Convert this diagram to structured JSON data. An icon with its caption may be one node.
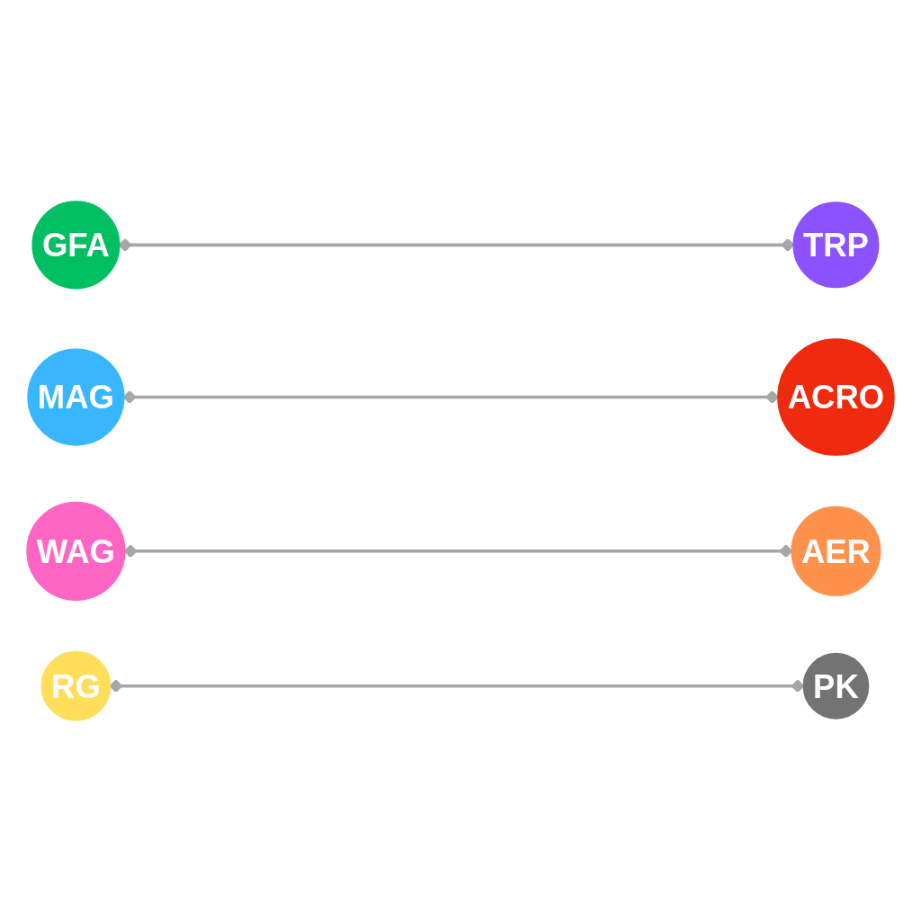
{
  "diagram": {
    "nodes": [
      {
        "text": [
          "GFA"
        ]
      },
      {
        "text": [
          "TRP"
        ]
      },
      {
        "text": [
          "MAG"
        ]
      },
      {
        "text": [
          "ACRO"
        ]
      },
      {
        "text": [
          "WAG"
        ]
      },
      {
        "text": [
          "AER"
        ]
      },
      {
        "text": [
          "RG"
        ]
      },
      {
        "text": [
          "PK"
        ]
      }
    ],
    "edges": [
      {
        "from": 0,
        "to": 1,
        "arrow": "other"
      },
      {
        "from": 2,
        "to": 3,
        "arrow": "other"
      },
      {
        "from": 4,
        "to": 5,
        "arrow": "other"
      },
      {
        "from": 6,
        "to": 7,
        "arrow": "other"
      }
    ]
  }
}
